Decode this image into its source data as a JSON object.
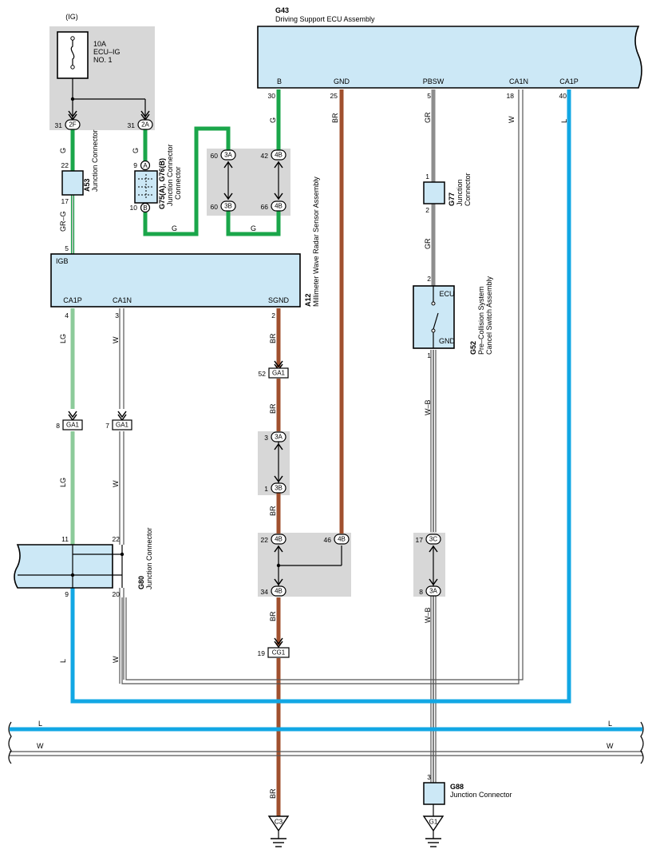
{
  "colors": {
    "green": "#1aa64a",
    "light_green": "#8ccb9a",
    "brown": "#a0502e",
    "gray": "#8e8e8e",
    "blue": "#12a7e4",
    "box_fill": "#cce8f6",
    "shade": "#d7d7d7"
  },
  "fuse": {
    "label": "(IG)",
    "rating": "10A",
    "name": "ECU–IG",
    "number": "NO. 1"
  },
  "ecu": {
    "code": "G43",
    "name": "Driving Support ECU Assembly",
    "terminals": [
      "B",
      "GND",
      "PBSW",
      "CA1N",
      "CA1P"
    ],
    "pins": [
      "30",
      "25",
      "5",
      "18",
      "40"
    ]
  },
  "radar": {
    "code": "A12",
    "name": "Millimeter Wave Radar Sensor Assembly",
    "terminals": [
      "IGB",
      "CA1P",
      "CA1N",
      "SGND"
    ],
    "pins": [
      "5",
      "4",
      "3",
      "2"
    ]
  },
  "a53": {
    "code": "A53",
    "name": "Junction Connector",
    "pin_top": "22",
    "pin_bottom": "17"
  },
  "g75": {
    "code": "G75(A), G76(B)",
    "name": "Junction Connector",
    "pin_top": "9",
    "pin_bottom": "10",
    "conn_top": "A",
    "conn_bottom": "B"
  },
  "g77": {
    "code": "G77",
    "name": "Junction Connector",
    "pin_top": "1",
    "pin_bottom": "2"
  },
  "g52": {
    "code": "G52",
    "name1": "Pre–Collision System",
    "name2": "Cancel Switch Assembly",
    "t_top": "ECU",
    "t_bottom": "GND",
    "pin_top": "2",
    "pin_bottom": "1"
  },
  "g80": {
    "code": "G80",
    "name": "Junction Connector",
    "pins": [
      "11",
      "22",
      "9",
      "20"
    ]
  },
  "g88": {
    "code": "G88",
    "name": "Junction Connector",
    "pin": "3"
  },
  "grounds": [
    "C3",
    "G1"
  ],
  "connectors": {
    "f2": "2F",
    "f2_pin": "31",
    "a2": "2A",
    "a2_pin": "31",
    "ga1": "GA1",
    "cg1": "CG1",
    "b1": "3A",
    "b1_top": "60",
    "b1_bot": "60",
    "b1_bot_conn": "3B",
    "b2": "4B",
    "b2_top": "42",
    "b2_bot": "66",
    "ga1_a_pin": "52",
    "ga1_l_pin": "8",
    "ga1_w_pin": "7",
    "s3a_pin": "3",
    "s3b_pin": "1",
    "j4b_a": "22",
    "j4b_b": "46",
    "j4b_c": "34",
    "j3c": "3C",
    "j3c_pin": "17",
    "j3a_pin": "8",
    "cg1_pin": "19"
  },
  "wires": {
    "G": "G",
    "GR_G": "GR–G",
    "BR": "BR",
    "GR": "GR",
    "W": "W",
    "L": "L",
    "LG": "LG",
    "W_B": "W–B"
  }
}
